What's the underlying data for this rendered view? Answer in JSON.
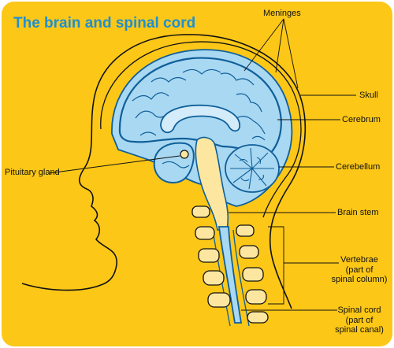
{
  "title": "The brain and spinal cord",
  "labels": {
    "meninges": "Meninges",
    "skull": "Skull",
    "cerebrum": "Cerebrum",
    "pituitary_gland": "Pituitary gland",
    "cerebellum": "Cerebellum",
    "brain_stem": "Brain stem",
    "vertebrae": [
      "Vertebrae",
      "(part of",
      "spinal column)"
    ],
    "spinal_cord": [
      "Spinal cord",
      "(part of",
      "spinal canal)"
    ]
  },
  "colors": {
    "background": "#fcc717",
    "title": "#1f8fd0",
    "brain_fill": "#a9d8f2",
    "brain_line": "#0f5f9a",
    "pituitary": "#fde7a0",
    "outline": "#111111"
  }
}
